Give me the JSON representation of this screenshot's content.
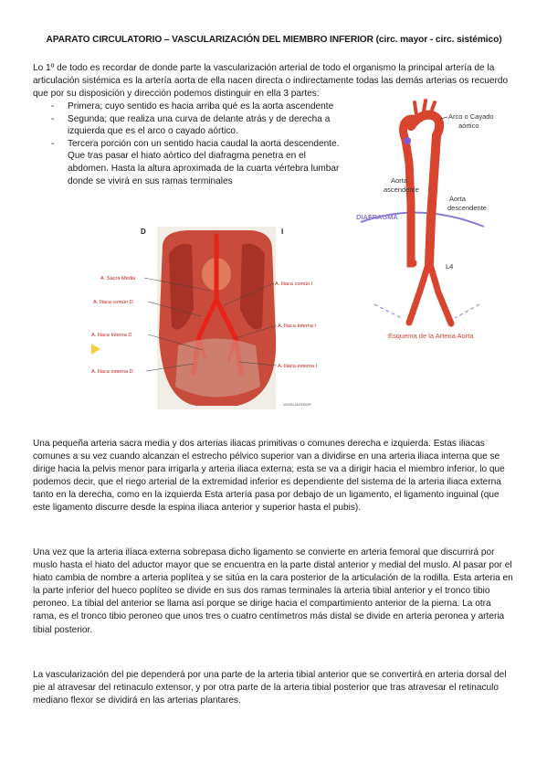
{
  "title": "APARATO CIRCULATORIO – VASCULARIZACIÓN DEL MIEMBRO INFERIOR (circ. mayor - circ. sistémico)",
  "intro": "Lo 1º de todo es recordar de donde parte la vascularización arterial de todo el organismo la principal artería de la articulación sistémica es la artería aorta de ella nacen directa o indirectamente todas las demás arterias os recuerdo que por su disposición y dirección podemos distinguir en ella 3 partes:",
  "list": [
    {
      "dash": "-",
      "text": "Primera; cuyo sentido es hacia arriba qué es la aorta ascendente"
    },
    {
      "dash": "-",
      "text": "Segunda; que realiza una curva de delante atrás y de derecha a izquierda que es el arco o cayado aórtico."
    },
    {
      "dash": "-",
      "text": "Tercera porción con un sentido hacia caudal la aorta descendente. Que tras pasar el hiato aórtico del diafragma penetra en el abdomen. Hasta la altura aproximada de la cuarta vértebra lumbar donde se vivirá en sus ramas terminales"
    }
  ],
  "figure_left": {
    "side_right": "D",
    "side_left": "I",
    "labels": {
      "sacra": "A. Sacra Media",
      "iliaca_comun_d": "A. Iliaca común D",
      "iliaca_interna_d": "A. Iliaca Interna D",
      "iliaca_externa_d": "A. Iliaca externa D",
      "iliaca_comun_i": "A. Iliaca común I",
      "iliaca_interna_i": "A. Iliaca Interna I",
      "iliaca_externa_i": "A. Iliaca externa I"
    },
    "caption": "VISIÓN ANTERIOR"
  },
  "figure_right": {
    "arco": "Arco o Cayado",
    "arco2": "aórtico",
    "asc1": "Aorta",
    "asc2": "ascendente",
    "desc1": "Aorta",
    "desc2": "descendente",
    "diafragma": "DIAFRAGMA",
    "l4": "L4",
    "caption": "Esquema de la Arteria Aorta"
  },
  "p1": "Una pequeña arteria sacra media y dos arterias iliacas primitivas o comunes derecha e izquierda. Estas iliacas comunes a su vez cuando alcanzan el estrecho pélvico superior van a dividirse en una arteria iliaca interna que se dirige hacia la pelvis menor para irrigarla y arteria iliaca externa; esta se va a dirigir hacia el miembro inferior, lo que podemos decir, que el riego arterial de la extremidad inferior es dependiente del sistema de la arteria iliaca externa tanto en la derecha, como en la izquierda Esta artería pasa por debajo de un ligamento, el ligamento inguinal (que este ligamento discurre desde la espina iliaca anterior y superior hasta el pubis).",
  "p2": "Una vez que la arteria ilíaca externa sobrepasa dicho ligamento se convierte en arteria femoral que discurrirá por muslo hasta el hiato del aductor mayor que se encuentra en la parte distal anterior y medial del muslo. Al pasar por el hiato cambia de nombre a arteria poplítea y se sitúa en la cara posterior de la articulación de la rodilla. Esta arteria en la parte inferior del hueco poplíteo se divide en sus dos ramas terminales la arteria tibial anterior y el tronco tibio peroneo. La tibial del anterior se llama así porque se dirige hacia el compartimiento anterior de la pierna. La otra rama, es el tronco tibio peroneo que unos tres o cuatro centímetros más distal se divide en arteria peronea y arteria tibial posterior.",
  "p3": "La vascularización del pie dependerá por una parte de la arteria tibial anterior que se convertirá en arteria dorsal del pie al atravesar del retinaculo extensor, y por otra parte de la arteria tibial posterior que tras atravesar el retinaculo mediano flexor se dividirá en las arterias plantares."
}
